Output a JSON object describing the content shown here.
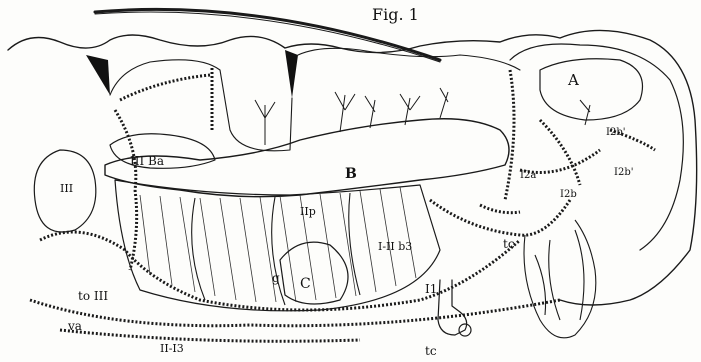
{
  "figure": {
    "title": "Fig. 1"
  },
  "labels": {
    "A": "A",
    "B": "B",
    "Ba": "III Ba",
    "C": "C",
    "g": "g",
    "IIp": "IIp",
    "IIIb3": "I-II b3",
    "I2a": "I2a",
    "I2b_upper": "I2b'",
    "I2b_mid": "I2b'",
    "I2b_lower": "I2b",
    "tc_right": "tc",
    "tc_bottom": "tc",
    "I1": "I1",
    "III_left": "III",
    "toIII": "to III",
    "va": "va",
    "III3": "II-I3"
  }
}
